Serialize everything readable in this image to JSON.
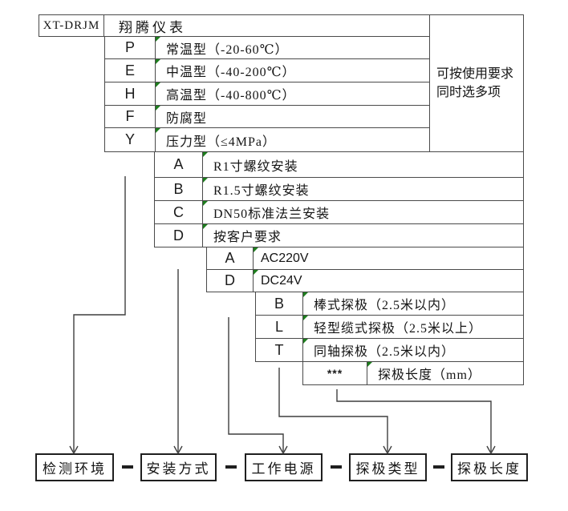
{
  "title_row": {
    "model_code": "XT-DRJM",
    "brand": "翔腾仪表"
  },
  "side_note": {
    "line1": "可按使用要求",
    "line2": "同时选多项"
  },
  "option_groups": [
    {
      "id": "detection-environment",
      "rows": [
        {
          "code": "P",
          "label": "常温型（-20-60℃）"
        },
        {
          "code": "E",
          "label": "中温型（-40-200℃）"
        },
        {
          "code": "H",
          "label": "高温型（-40-800℃）"
        },
        {
          "code": "F",
          "label": "防腐型"
        },
        {
          "code": "Y",
          "label": "压力型（≤4MPa）"
        }
      ]
    },
    {
      "id": "mounting-style",
      "rows": [
        {
          "code": "A",
          "label": "R1寸螺纹安装"
        },
        {
          "code": "B",
          "label": "R1.5寸螺纹安装"
        },
        {
          "code": "C",
          "label": "DN50标准法兰安装"
        },
        {
          "code": "D",
          "label": "按客户要求"
        }
      ]
    },
    {
      "id": "working-power",
      "rows": [
        {
          "code": "A",
          "label": "AC220V"
        },
        {
          "code": "D",
          "label": "DC24V"
        }
      ]
    },
    {
      "id": "probe-type",
      "rows": [
        {
          "code": "B",
          "label": "棒式探极（2.5米以内）"
        },
        {
          "code": "L",
          "label": "轻型缆式探极（2.5米以上）"
        },
        {
          "code": "T",
          "label": "同轴探极（2.5米以内）"
        }
      ]
    },
    {
      "id": "probe-length",
      "rows": [
        {
          "code": "***",
          "label": "探极长度（mm）"
        }
      ]
    }
  ],
  "legend": {
    "items": [
      "检测环境",
      "安装方式",
      "工作电源",
      "探极类型",
      "探极长度"
    ]
  },
  "colors": {
    "table_line": "#4a4a4a",
    "connector_line": "#3f3f3f",
    "legend_border": "#1f1f1f",
    "corner_mark_green": "#1e7e1e",
    "text": "#141414",
    "background": "#ffffff"
  }
}
